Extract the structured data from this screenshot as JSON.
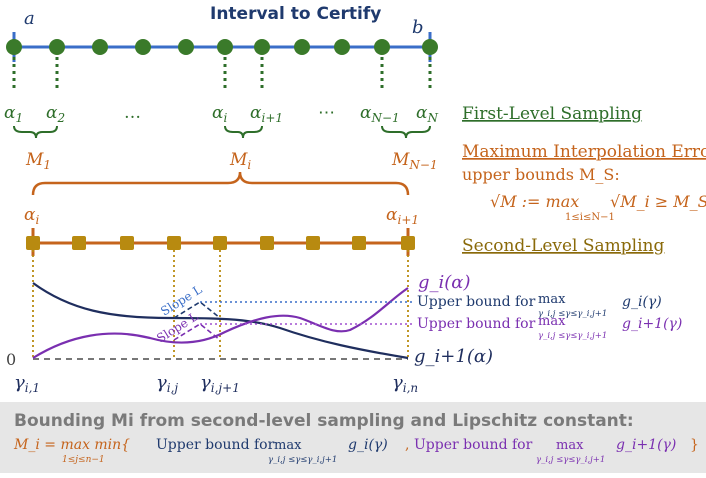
{
  "title": "Interval to Certify",
  "endpoints": {
    "a": "a",
    "b": "b"
  },
  "first_level": {
    "labels": [
      {
        "base": "α",
        "sub": "1"
      },
      {
        "base": "α",
        "sub": "2"
      },
      {
        "base": "…",
        "sub": ""
      },
      {
        "base": "α",
        "sub": "i"
      },
      {
        "base": "α",
        "sub": "i+1"
      },
      {
        "base": "⋯",
        "sub": ""
      },
      {
        "base": "α",
        "sub": "N−1"
      },
      {
        "base": "α",
        "sub": "N"
      }
    ],
    "heading": "First-Level Sampling",
    "M_labels": [
      {
        "base": "M",
        "sub": "1"
      },
      {
        "base": "M",
        "sub": "i"
      },
      {
        "base": "M",
        "sub": "N−1"
      }
    ]
  },
  "interp_error": {
    "heading": "Maximum Interpolation Error",
    "subheading": "upper bounds M_S:",
    "formula_lhs": "√M := max",
    "formula_range": "1≤i≤N−1",
    "formula_rhs": "√M_i ≥ M_S"
  },
  "second_level": {
    "heading": "Second-Level Sampling",
    "left_label": {
      "base": "α",
      "sub": "i"
    },
    "right_label": {
      "base": "α",
      "sub": "i+1"
    },
    "gamma_labels": [
      {
        "base": "γ",
        "sub": "i,1"
      },
      {
        "base": "γ",
        "sub": "i,j"
      },
      {
        "base": "γ",
        "sub": "i,j+1"
      },
      {
        "base": "γ",
        "sub": "i,n"
      }
    ],
    "zero_label": "0",
    "slope_labels": [
      "Slope L",
      "Slope L"
    ],
    "g_i": "g_i(α)",
    "g_i1": "g_i+1(α)",
    "upper_bound_1": {
      "text": "Upper bound for",
      "op": "max",
      "range": "γ_i,j ≤γ≤γ_i,j+1",
      "fn": "g_i(γ)"
    },
    "upper_bound_2": {
      "text": "Upper bound for",
      "op": "max",
      "range": "γ_i,j ≤γ≤γ_i,j+1",
      "fn": "g_i+1(γ)"
    }
  },
  "bottom": {
    "heading": "Bounding Mi from second-level sampling and Lipschitz constant:",
    "formula_start": "M_i = max min{",
    "formula_range": "1≤j≤n−1",
    "ub_text_1": "Upper bound for",
    "ub_text_2": "Upper bound for",
    "op": "max",
    "op_range": "γ_i,j ≤γ≤γ_i,j+1",
    "fn_1": "g_i(γ)",
    "fn_2": "g_i+1(γ)"
  },
  "colors": {
    "navy": "#1f3a6e",
    "green": "#2e6e2a",
    "orange": "#c5641c",
    "gold": "#b88a10",
    "purple": "#7a2fb0",
    "blue_line": "#3a6ec8",
    "gray_box": "#e6e6e6"
  }
}
